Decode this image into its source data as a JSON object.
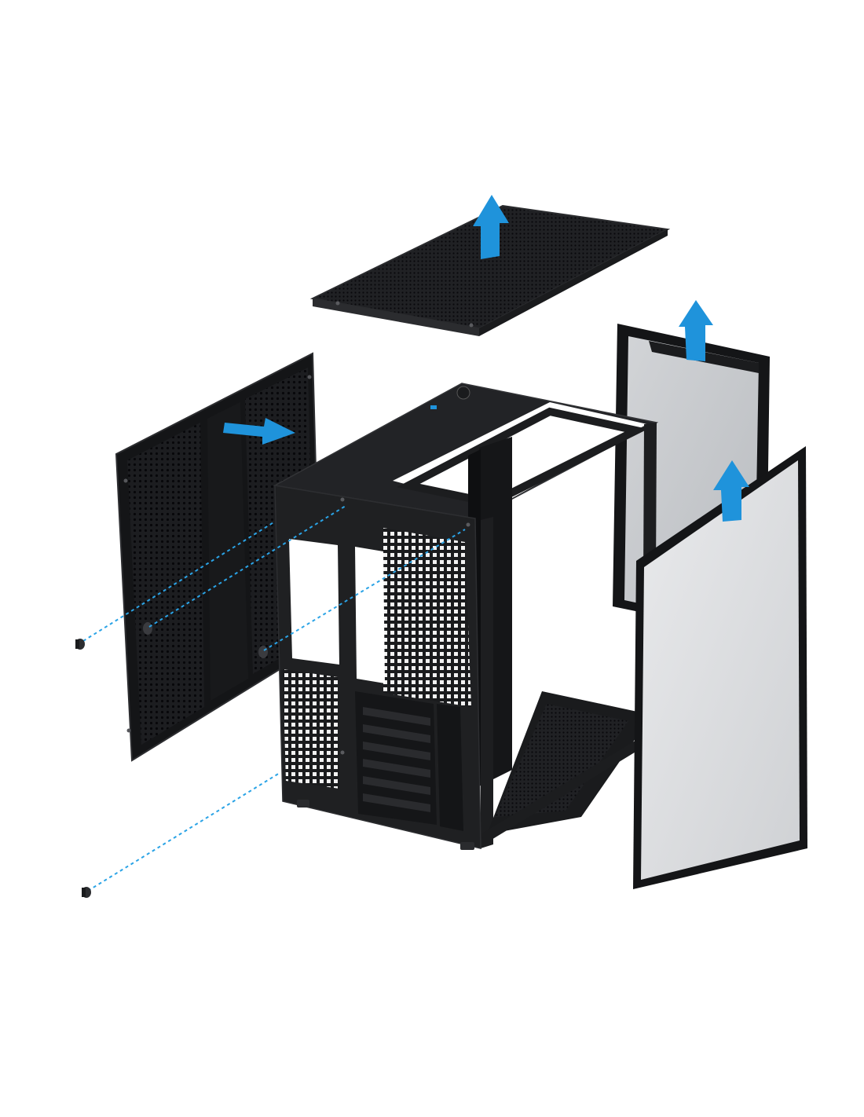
{
  "figure": {
    "background": "#ffffff",
    "panel_color": "#1b1c1e",
    "panel_edge_color": "#3a3b3e",
    "mesh_color": "#0d0d0f",
    "arrow_color": "#1f93db",
    "guide_line_color": "#2aa3e6",
    "glass_tint": "#dcdde0",
    "glass_tint_far": "#c9cbcf"
  },
  "parts": [
    {
      "name": "top-mesh-panel",
      "removal_direction": "up"
    },
    {
      "name": "left-side-mesh-panel",
      "removal_direction": "right"
    },
    {
      "name": "rear-glass-panel",
      "removal_direction": "up"
    },
    {
      "name": "front-glass-panel",
      "removal_direction": "up"
    },
    {
      "name": "chassis"
    },
    {
      "name": "thumbscrew",
      "count": 3
    }
  ]
}
